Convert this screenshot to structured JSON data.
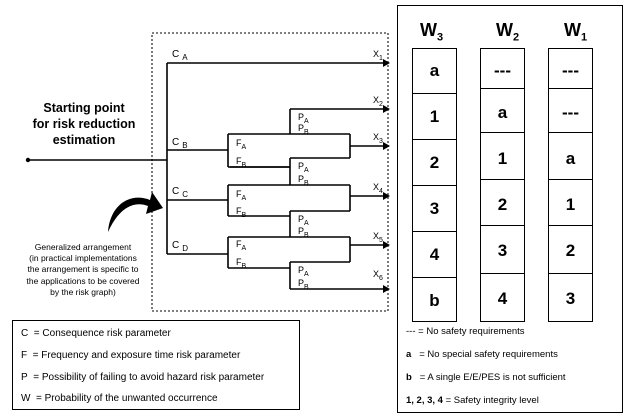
{
  "diagram": {
    "start_label": [
      "Starting point",
      "for risk reduction",
      "estimation"
    ],
    "generalized_note": [
      "Generalized arrangement",
      "(in practical implementations",
      "the arrangement is specific to",
      "the applications to be covered",
      "by the risk graph)"
    ],
    "c_params": [
      {
        "main": "C",
        "sub": "A"
      },
      {
        "main": "C",
        "sub": "B"
      },
      {
        "main": "C",
        "sub": "C"
      },
      {
        "main": "C",
        "sub": "D"
      }
    ],
    "f_params": [
      {
        "main": "F",
        "sub": "A"
      },
      {
        "main": "F",
        "sub": "B"
      }
    ],
    "p_params": [
      {
        "main": "P",
        "sub": "A"
      },
      {
        "main": "P",
        "sub": "B"
      }
    ],
    "outputs": [
      {
        "main": "X",
        "sub": "1"
      },
      {
        "main": "X",
        "sub": "2"
      },
      {
        "main": "X",
        "sub": "3"
      },
      {
        "main": "X",
        "sub": "4"
      },
      {
        "main": "X",
        "sub": "5"
      },
      {
        "main": "X",
        "sub": "6"
      }
    ]
  },
  "legend": {
    "items": [
      {
        "key": "C",
        "text": "= Consequence risk parameter"
      },
      {
        "key": "F",
        "text": "= Frequency and exposure time risk parameter"
      },
      {
        "key": "P",
        "text": "= Possibility of failing to avoid hazard risk parameter"
      },
      {
        "key": "W",
        "text": "= Probability of the unwanted occurrence"
      }
    ]
  },
  "table": {
    "columns": [
      {
        "main": "W",
        "sub": "3",
        "cells": [
          "a",
          "1",
          "2",
          "3",
          "4",
          "b"
        ]
      },
      {
        "main": "W",
        "sub": "2",
        "cells": [
          "---",
          "a",
          "1",
          "2",
          "3",
          "4"
        ]
      },
      {
        "main": "W",
        "sub": "1",
        "cells": [
          "---",
          "---",
          "a",
          "1",
          "2",
          "3"
        ]
      }
    ],
    "key": [
      {
        "key": "---",
        "text": "= No safety requirements"
      },
      {
        "key": "a",
        "text": "= No special safety requirements"
      },
      {
        "key": "b",
        "text": "= A single E/E/PES is not sufficient"
      },
      {
        "key": "1, 2, 3, 4",
        "text": "= Safety integrity level"
      }
    ]
  }
}
